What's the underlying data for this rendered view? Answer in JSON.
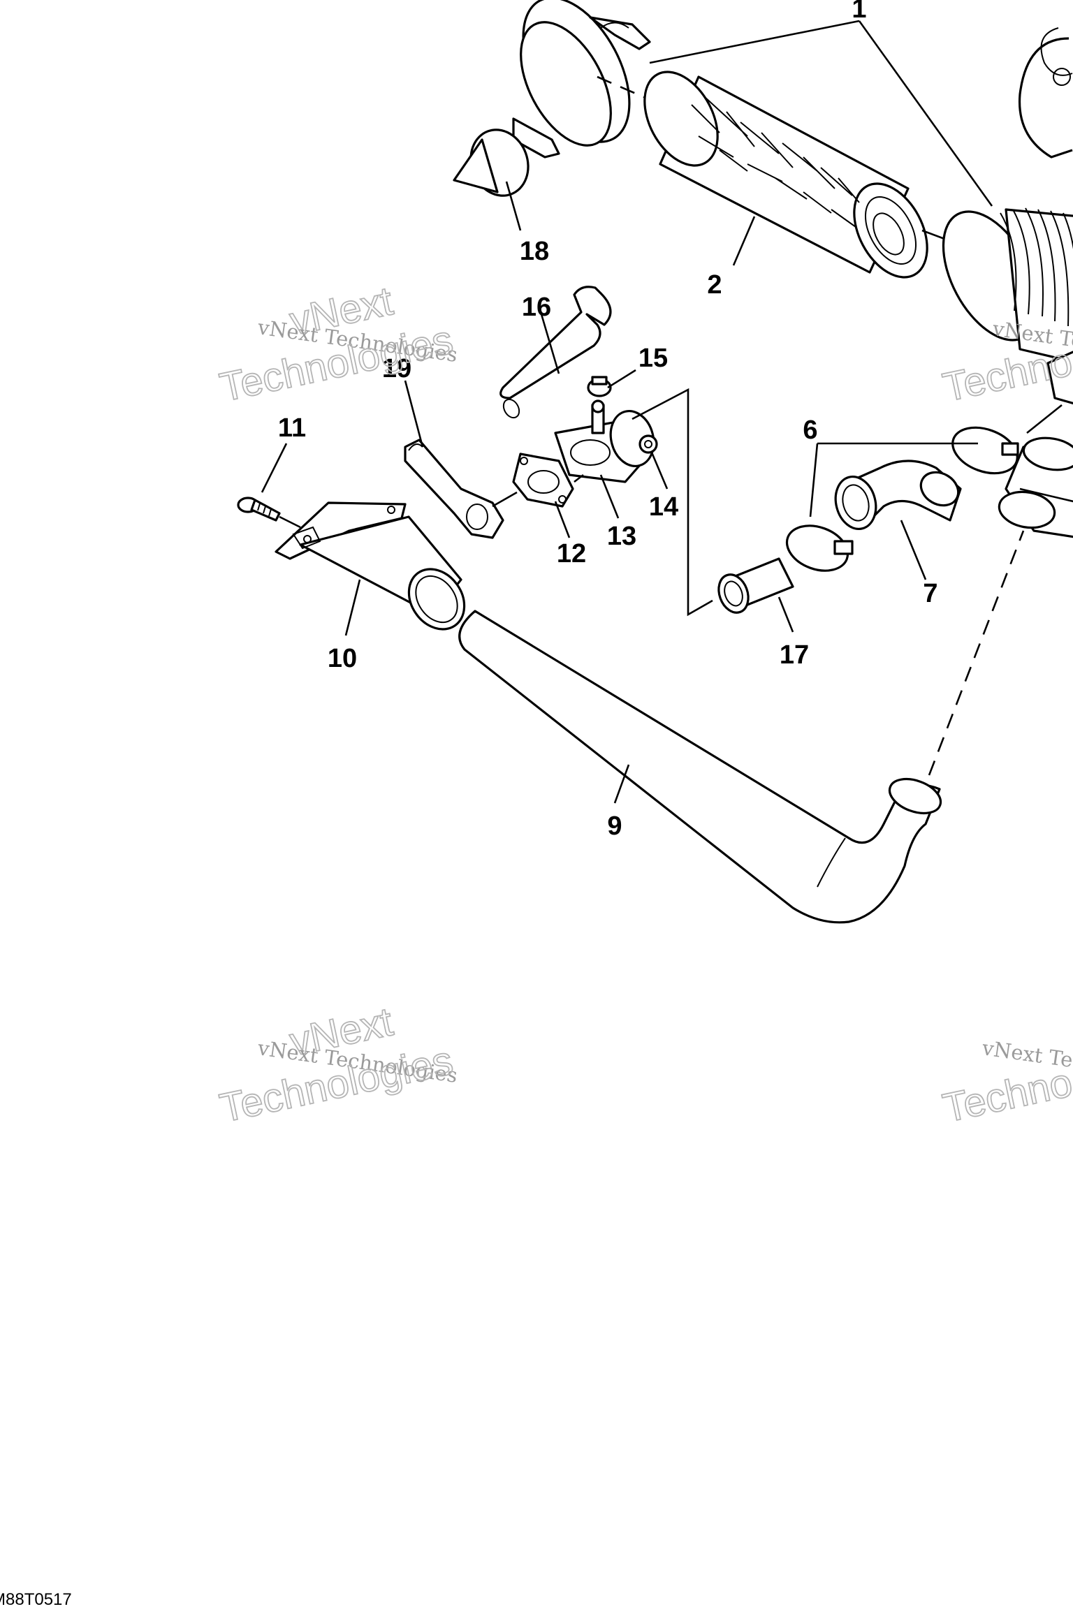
{
  "callouts": {
    "c1": "1",
    "c2": "2",
    "c6": "6",
    "c7": "7",
    "c9": "9",
    "c10": "10",
    "c11": "11",
    "c12": "12",
    "c13": "13",
    "c14": "14",
    "c15": "15",
    "c16": "16",
    "c17": "17",
    "c18": "18",
    "c19": "19"
  },
  "watermarks": {
    "company_line": "vNext Technologies",
    "large_top": "vNext",
    "large_bottom": "Technologies",
    "right_company_line": "vNext Te",
    "right_large_bottom": "Techno"
  },
  "figure_code": "M88T0517",
  "colors": {
    "line": "#000000",
    "background": "#ffffff",
    "watermark": "#b5b5b5"
  }
}
